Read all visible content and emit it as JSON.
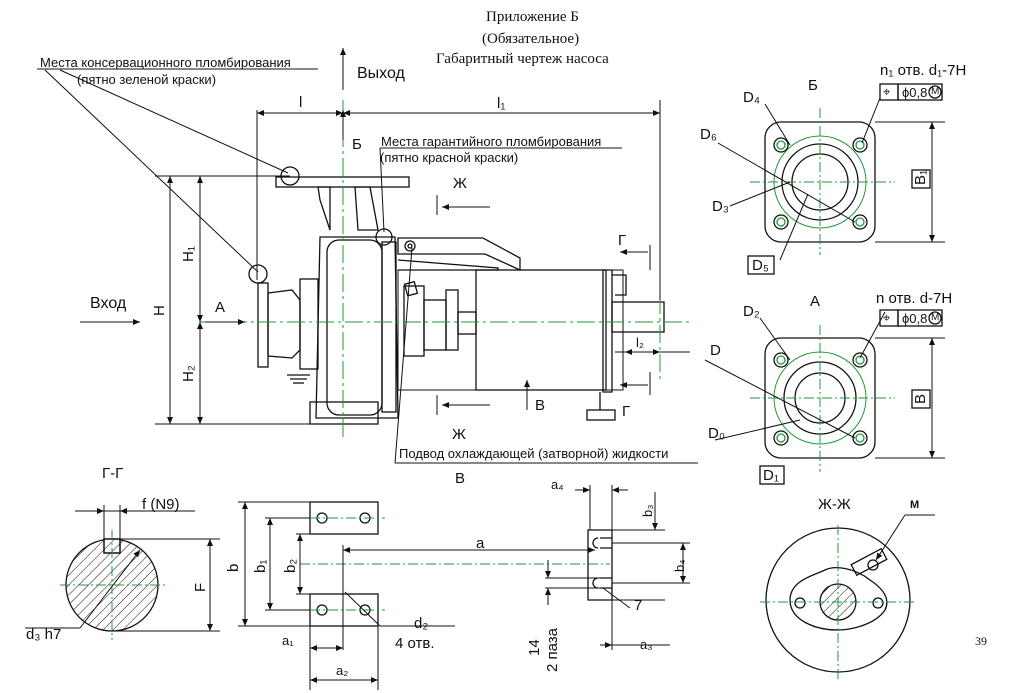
{
  "header": {
    "line1": "Приложение Б",
    "line2": "(Обязательное)",
    "line3": "Габаритный чертеж насоса"
  },
  "notes": {
    "conservation_seal": "Места консервационного пломбирования",
    "conservation_seal_sub": "(пятно зеленой краски)",
    "warranty_seal": "Места гарантийного пломбирования",
    "warranty_seal_sub": "(пятно красной краски)",
    "coolant_supply": "Подвод охлаждающей (затворной) жидкости"
  },
  "flow": {
    "outlet": "Выход",
    "inlet": "Вход"
  },
  "views": {
    "b": "Б",
    "a": "А",
    "v": "В",
    "zh": "Ж",
    "g": "Г",
    "gg": "Г-Г",
    "zhzh": "Ж-Ж",
    "m": "M"
  },
  "dims": {
    "l": "l",
    "l1": "l₁",
    "l2": "l₂",
    "H": "H",
    "H1": "H₁",
    "H2": "H₂",
    "D": "D",
    "D0": "D₀",
    "D1": "D₁",
    "D2": "D₂",
    "D3": "D₃",
    "D4": "D₄",
    "D5": "D₅",
    "D6": "D₆",
    "B": "B",
    "B1": "B₁",
    "holes_outlet": "n₁ отв. d₁-7H",
    "holes_inlet": "n отв. d-7H",
    "tol_symbol": "⌖",
    "tol_value": "ϕ0,8",
    "tol_mod": "M",
    "f": "f (N9)",
    "F": "F",
    "d3": "d₃ h7",
    "a": "a",
    "a1": "a₁",
    "a2": "a₂",
    "a3": "a₃",
    "a4": "a₄",
    "b": "b",
    "b1": "b₁",
    "b2": "b₂",
    "b3": "b₃",
    "b4": "b₄",
    "d2": "d₂",
    "holes4": "4 отв.",
    "seven": "7",
    "fourteen": "14",
    "two_slots": "2 паза"
  },
  "page_number": "39",
  "colors": {
    "ink": "#111111",
    "centerline": "#1f9a3a"
  }
}
